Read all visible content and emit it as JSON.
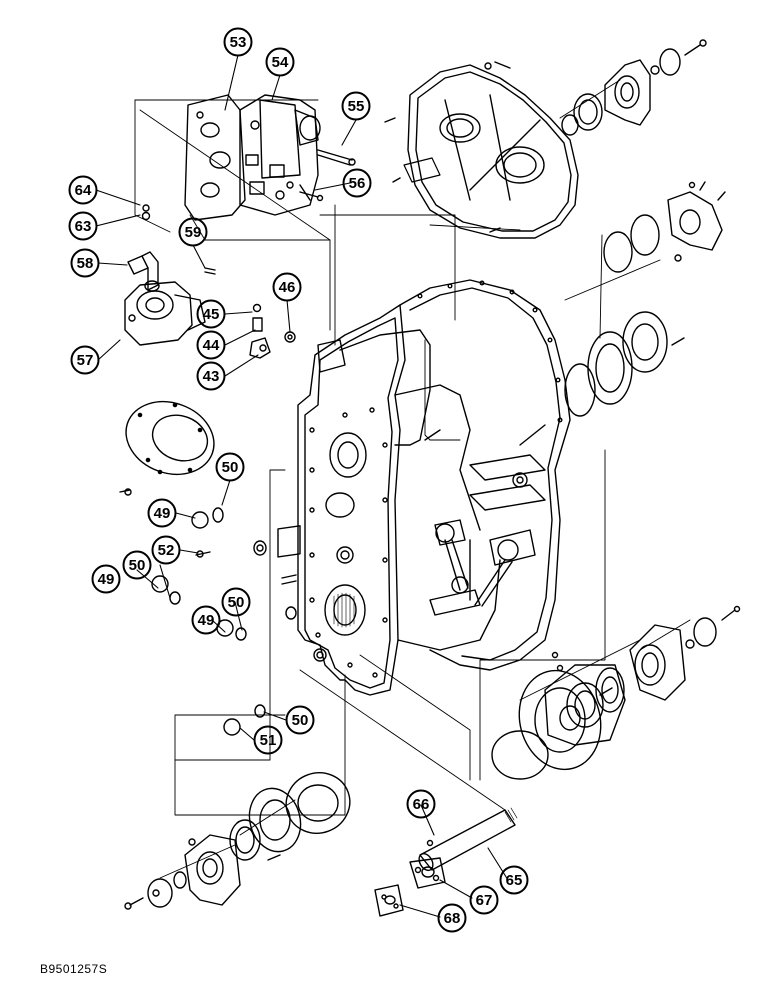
{
  "diagram": {
    "callouts": [
      "53",
      "54",
      "55",
      "56",
      "64",
      "63",
      "59",
      "58",
      "57",
      "45",
      "46",
      "44",
      "43",
      "50",
      "49",
      "52",
      "50",
      "49",
      "49",
      "50",
      "50",
      "51",
      "66",
      "65",
      "67",
      "68"
    ]
  },
  "footer": {
    "ref_code": "B9501257S"
  },
  "colors": {
    "ink": "#000000",
    "paper": "#ffffff"
  }
}
